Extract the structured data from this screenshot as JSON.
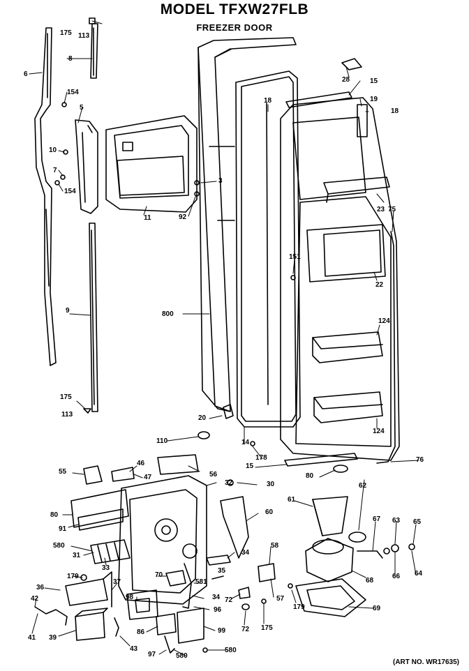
{
  "title": "MODEL TFXW27FLB",
  "subtitle": "FREEZER DOOR",
  "art_number": "(ART NO. WR17635)",
  "callouts": [
    {
      "id": "c175a",
      "text": "175"
    },
    {
      "id": "c113a",
      "text": "113"
    },
    {
      "id": "c8",
      "text": "8"
    },
    {
      "id": "c6",
      "text": "6"
    },
    {
      "id": "c154a",
      "text": "154"
    },
    {
      "id": "c5",
      "text": "5"
    },
    {
      "id": "c10",
      "text": "10"
    },
    {
      "id": "c7",
      "text": "7"
    },
    {
      "id": "c154b",
      "text": "154"
    },
    {
      "id": "c11",
      "text": "11"
    },
    {
      "id": "c3",
      "text": "3"
    },
    {
      "id": "c92",
      "text": "92"
    },
    {
      "id": "c9",
      "text": "9"
    },
    {
      "id": "c800",
      "text": "800"
    },
    {
      "id": "c18a",
      "text": "18"
    },
    {
      "id": "c28",
      "text": "28"
    },
    {
      "id": "c15a",
      "text": "15"
    },
    {
      "id": "c19",
      "text": "19"
    },
    {
      "id": "c18b",
      "text": "18"
    },
    {
      "id": "c23",
      "text": "23"
    },
    {
      "id": "c75",
      "text": "75"
    },
    {
      "id": "c151",
      "text": "151"
    },
    {
      "id": "c22",
      "text": "22"
    },
    {
      "id": "c124a",
      "text": "124"
    },
    {
      "id": "c124b",
      "text": "124"
    },
    {
      "id": "c175b",
      "text": "175"
    },
    {
      "id": "c113b",
      "text": "113"
    },
    {
      "id": "c20",
      "text": "20"
    },
    {
      "id": "c110",
      "text": "110"
    },
    {
      "id": "c14",
      "text": "14"
    },
    {
      "id": "c178",
      "text": "178"
    },
    {
      "id": "c15b",
      "text": "15"
    },
    {
      "id": "c80a",
      "text": "80"
    },
    {
      "id": "c76",
      "text": "76"
    },
    {
      "id": "c55",
      "text": "55"
    },
    {
      "id": "c46",
      "text": "46"
    },
    {
      "id": "c47",
      "text": "47"
    },
    {
      "id": "c56",
      "text": "56"
    },
    {
      "id": "c32",
      "text": "32"
    },
    {
      "id": "c30",
      "text": "30"
    },
    {
      "id": "c61",
      "text": "61"
    },
    {
      "id": "c80b",
      "text": "80"
    },
    {
      "id": "c91",
      "text": "91"
    },
    {
      "id": "c580a",
      "text": "580"
    },
    {
      "id": "c31",
      "text": "31"
    },
    {
      "id": "c33",
      "text": "33"
    },
    {
      "id": "c60",
      "text": "60"
    },
    {
      "id": "c62",
      "text": "62"
    },
    {
      "id": "c67",
      "text": "67"
    },
    {
      "id": "c63",
      "text": "63"
    },
    {
      "id": "c65",
      "text": "65"
    },
    {
      "id": "c58",
      "text": "58"
    },
    {
      "id": "c34a",
      "text": "34"
    },
    {
      "id": "c35",
      "text": "35"
    },
    {
      "id": "c179a",
      "text": "179"
    },
    {
      "id": "c37",
      "text": "37"
    },
    {
      "id": "c70",
      "text": "70"
    },
    {
      "id": "c581",
      "text": "581"
    },
    {
      "id": "c36",
      "text": "36"
    },
    {
      "id": "c98",
      "text": "98"
    },
    {
      "id": "c34b",
      "text": "34"
    },
    {
      "id": "c66",
      "text": "66"
    },
    {
      "id": "c64",
      "text": "64"
    },
    {
      "id": "c68",
      "text": "68"
    },
    {
      "id": "c57",
      "text": "57"
    },
    {
      "id": "c42",
      "text": "42"
    },
    {
      "id": "c96",
      "text": "96"
    },
    {
      "id": "c72a",
      "text": "72"
    },
    {
      "id": "c179b",
      "text": "179"
    },
    {
      "id": "c69",
      "text": "69"
    },
    {
      "id": "c72b",
      "text": "72"
    },
    {
      "id": "c175c",
      "text": "175"
    },
    {
      "id": "c41",
      "text": "41"
    },
    {
      "id": "c39",
      "text": "39"
    },
    {
      "id": "c86",
      "text": "86"
    },
    {
      "id": "c99",
      "text": "99"
    },
    {
      "id": "c43",
      "text": "43"
    },
    {
      "id": "c97",
      "text": "97"
    },
    {
      "id": "c580b",
      "text": "580"
    },
    {
      "id": "c580c",
      "text": "580"
    }
  ]
}
